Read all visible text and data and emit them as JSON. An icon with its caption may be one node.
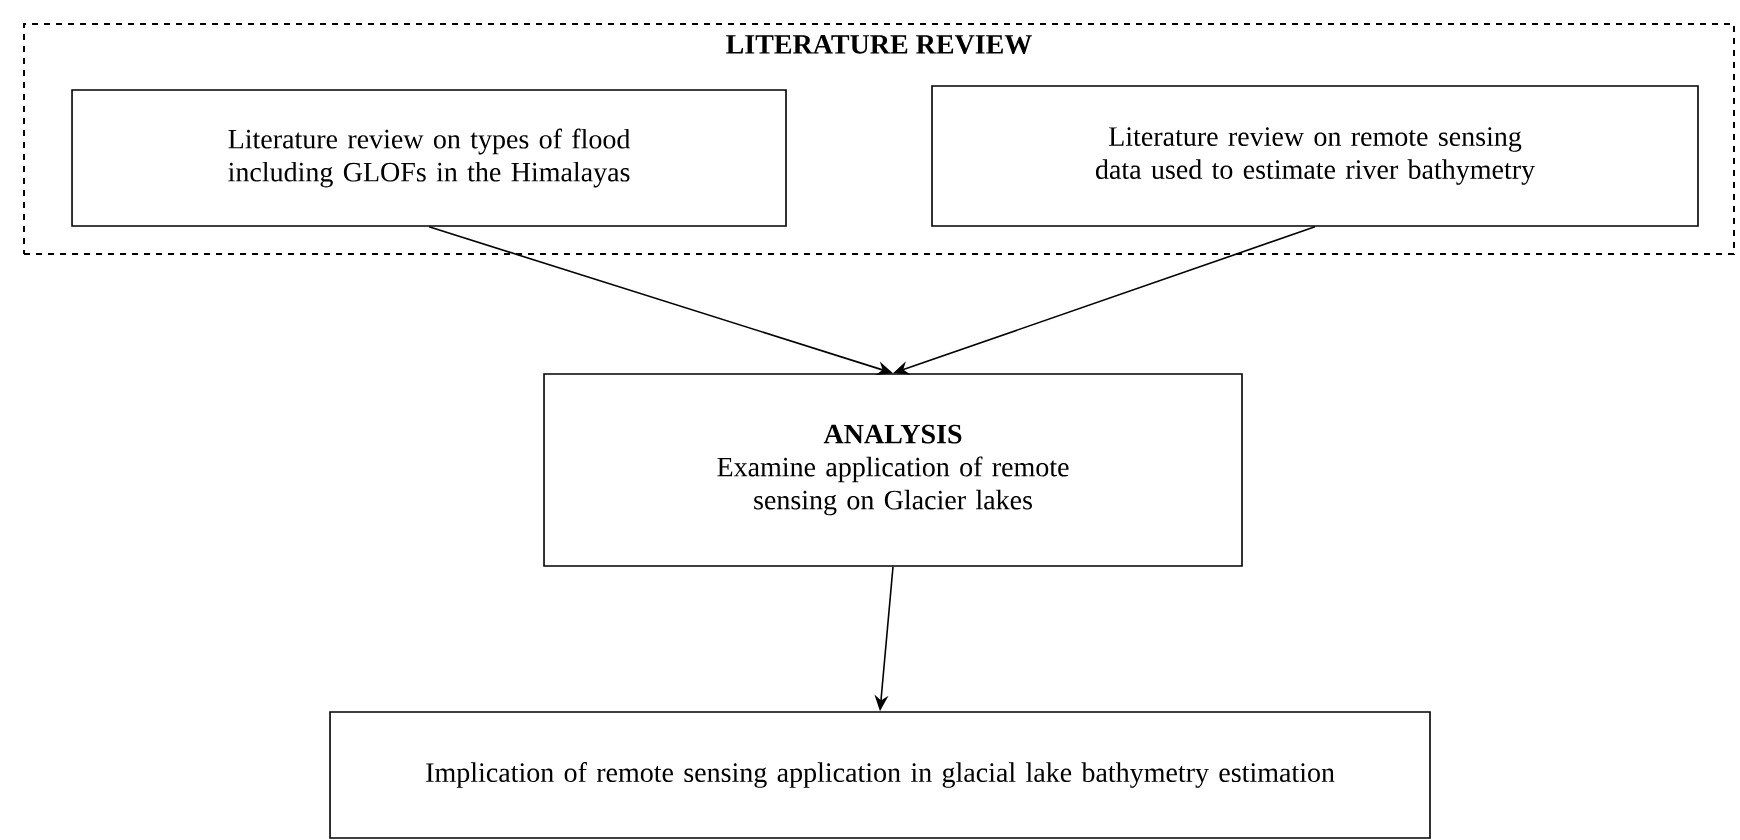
{
  "diagram": {
    "nodes": [
      {
        "text": [
          "LITERATURE REVIEW"
        ]
      },
      {
        "text": [
          "Literature review on types of flood including GLOFs in the Himalayas"
        ],
        "in": 0
      },
      {
        "text": [
          "Literature review on remote sensing data used to estimate river bathymetry"
        ],
        "in": 0
      },
      {
        "text": [
          "ANALYSIS",
          "Examine application of remote sensing on Glacier lakes"
        ]
      },
      {
        "text": [
          "Implication of remote sensing application in glacial lake bathymetry estimation"
        ]
      }
    ],
    "edges": [
      {
        "from": 1,
        "to": 3,
        "arrow": "to"
      },
      {
        "from": 2,
        "to": 3,
        "arrow": "to"
      },
      {
        "from": 3,
        "to": 4,
        "arrow": "to"
      }
    ]
  }
}
